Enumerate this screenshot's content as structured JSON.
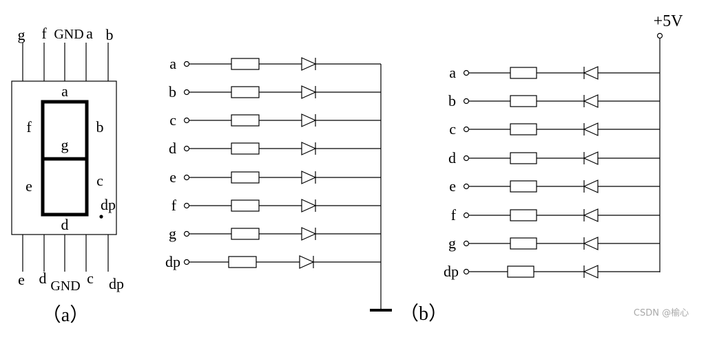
{
  "panel_a": {
    "top_pins": [
      "g",
      "f",
      "GND",
      "a",
      "b"
    ],
    "bottom_pins": [
      "e",
      "d",
      "GND",
      "c",
      "dp"
    ],
    "segments": {
      "a": "a",
      "b": "b",
      "c": "c",
      "d": "d",
      "e": "e",
      "f": "f",
      "g": "g",
      "dp": "dp"
    },
    "caption": "（a）"
  },
  "panel_b": {
    "caption": "（b）",
    "left_rows": [
      "a",
      "b",
      "c",
      "d",
      "e",
      "f",
      "g",
      "dp"
    ],
    "right_rows": [
      "a",
      "b",
      "c",
      "d",
      "e",
      "f",
      "g",
      "dp"
    ],
    "power_label": "+5V"
  },
  "watermark": "CSDN @榆心"
}
